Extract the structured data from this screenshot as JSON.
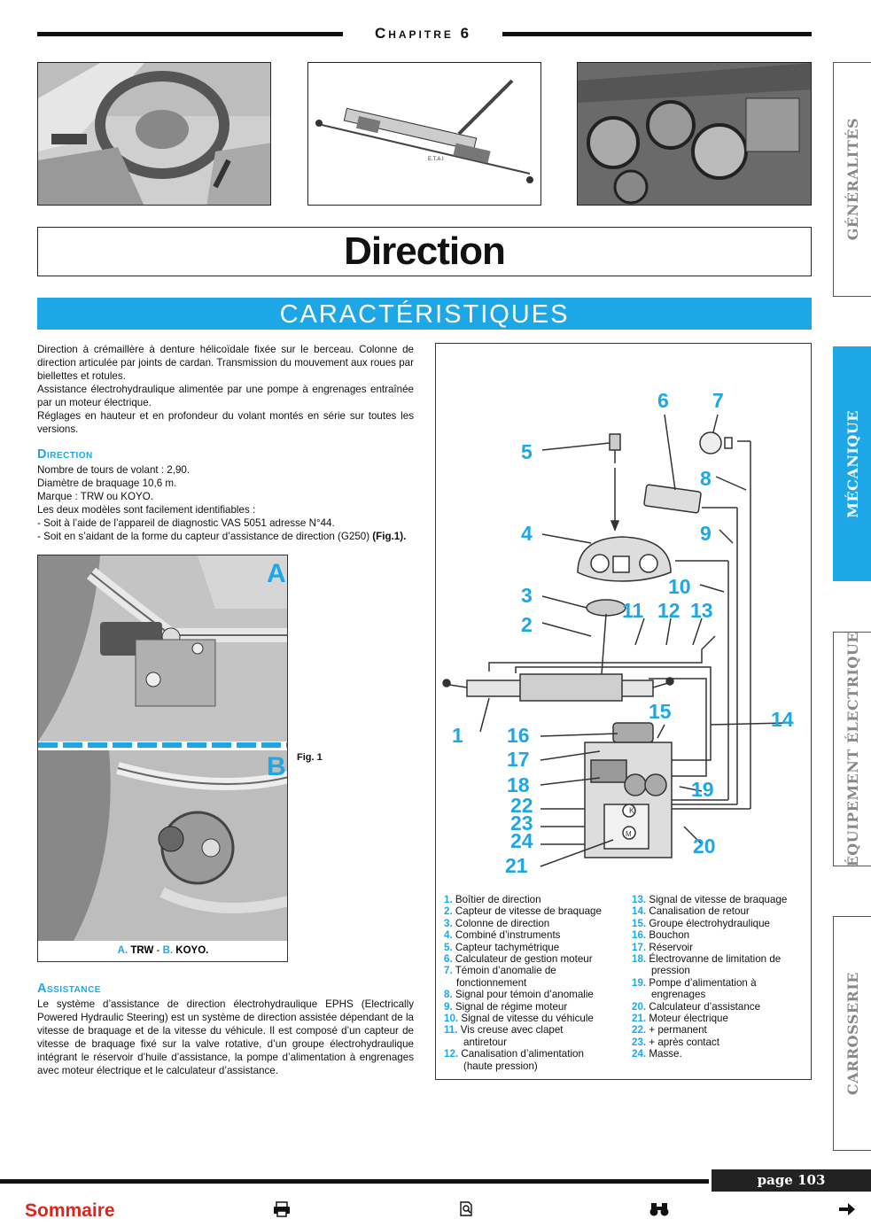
{
  "header": {
    "chapter": "Chapitre 6"
  },
  "title": "Direction",
  "section": "CARACTÉRISTIQUES",
  "intro": [
    "Direction à crémaillère à denture hélicoïdale fixée sur le berceau. Colonne de direction articulée par joints de cardan. Transmission du mouvement aux roues par biellettes et rotules.",
    "Assistance électrohydraulique alimentée par une pompe à engrenages entraînée par un moteur électrique.",
    "Réglages en hauteur et en profondeur du volant montés en série sur toutes les versions."
  ],
  "direction": {
    "heading": "Direction",
    "lines": [
      "Nombre de tours de volant : 2,90.",
      "Diamètre de braquage 10,6 m.",
      "Marque : TRW ou KOYO.",
      "Les deux modèles sont facilement identifiables :",
      "- Soit à l’aide de l’appareil de diagnostic VAS 5051 adresse N°44.",
      "- Soit en s’aidant de la forme du capteur d’assistance de direction (G250) "
    ],
    "fig_ref": "(Fig.1)."
  },
  "figure": {
    "label": "Fig. 1",
    "panel_a": "A",
    "panel_b": "B",
    "caption_a": "A.",
    "caption_a_text": "TRW",
    "caption_sep": " - ",
    "caption_b": "B.",
    "caption_b_text": "KOYO."
  },
  "assistance": {
    "heading": "Assistance",
    "text": "Le système d’assistance de direction électrohydraulique EPHS (Electrically Powered Hydraulic Steering) est un système de direction assistée dépendant de la vitesse de braquage et de la vitesse du véhicule. Il est composé d’un capteur de vitesse de braquage fixé sur la valve rotative, d’un groupe électrohydraulique intégrant le réservoir d’huile d’assistance, la pompe d’alimentation à engrenages avec moteur électrique et le calculateur d’assistance."
  },
  "diagram": {
    "callouts": [
      "1",
      "2",
      "3",
      "4",
      "5",
      "6",
      "7",
      "8",
      "9",
      "10",
      "11",
      "12",
      "13",
      "14",
      "15",
      "16",
      "17",
      "18",
      "19",
      "20",
      "21",
      "22",
      "23",
      "24"
    ],
    "symbols": {
      "k": "K",
      "m": "M",
      "label": "E.T.A.I"
    }
  },
  "legend_left": [
    {
      "n": "1.",
      "t": "Boîtier de direction"
    },
    {
      "n": "2.",
      "t": "Capteur de vitesse de braquage"
    },
    {
      "n": "3.",
      "t": "Colonne de direction"
    },
    {
      "n": "4.",
      "t": "Combiné d’instruments"
    },
    {
      "n": "5.",
      "t": "Capteur tachymétrique"
    },
    {
      "n": "6.",
      "t": "Calculateur de gestion moteur"
    },
    {
      "n": "7.",
      "t": "Témoin d’anomalie de"
    },
    {
      "n": "",
      "t": "fonctionnement"
    },
    {
      "n": "8.",
      "t": "Signal pour témoin d’anomalie"
    },
    {
      "n": "9.",
      "t": "Signal de régime moteur"
    },
    {
      "n": "10.",
      "t": "Signal de vitesse du véhicule"
    },
    {
      "n": "11.",
      "t": "Vis creuse avec clapet"
    },
    {
      "n": "",
      "t": "antiretour"
    },
    {
      "n": "12.",
      "t": "Canalisation d’alimentation"
    },
    {
      "n": "",
      "t": "(haute pression)"
    }
  ],
  "legend_right": [
    {
      "n": "13.",
      "t": "Signal de vitesse de braquage"
    },
    {
      "n": "14.",
      "t": "Canalisation de retour"
    },
    {
      "n": "15.",
      "t": "Groupe électrohydraulique"
    },
    {
      "n": "16.",
      "t": "Bouchon"
    },
    {
      "n": "17.",
      "t": "Réservoir"
    },
    {
      "n": "18.",
      "t": "Électrovanne de limitation de"
    },
    {
      "n": "",
      "t": "pression"
    },
    {
      "n": "19.",
      "t": "Pompe d’alimentation à"
    },
    {
      "n": "",
      "t": "engrenages"
    },
    {
      "n": "20.",
      "t": "Calculateur d’assistance"
    },
    {
      "n": "21.",
      "t": "Moteur électrique"
    },
    {
      "n": "22.",
      "t": "+ permanent"
    },
    {
      "n": "23.",
      "t": "+ après contact"
    },
    {
      "n": "24.",
      "t": "Masse."
    }
  ],
  "tabs": [
    {
      "label": "GÉNÉRALITÉS",
      "active": false
    },
    {
      "label": "MÉCANIQUE",
      "active": true
    },
    {
      "label": "ÉQUIPEMENT ÉLECTRIQUE",
      "active": false
    },
    {
      "label": "CARROSSERIE",
      "active": false
    }
  ],
  "footer": {
    "page": "page 103",
    "sommaire": "Sommaire",
    "icons": [
      "print-icon",
      "search-page-icon",
      "binoculars-icon",
      "next-arrow-icon"
    ]
  }
}
